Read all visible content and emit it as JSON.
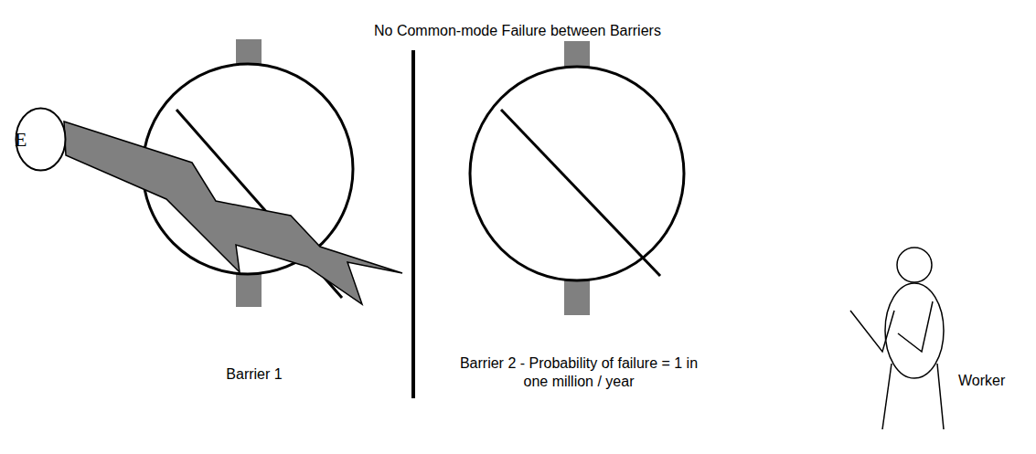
{
  "diagram": {
    "title": "No Common-mode Failure between Barriers",
    "nodes": [
      {
        "text": [
          "E"
        ]
      },
      {
        "text": [
          "Barrier 1"
        ]
      },
      {
        "text": [
          "Barrier 2 - Probability of failure = 1 in one million / year"
        ]
      }
    ],
    "labels": [
      "Worker"
    ]
  }
}
